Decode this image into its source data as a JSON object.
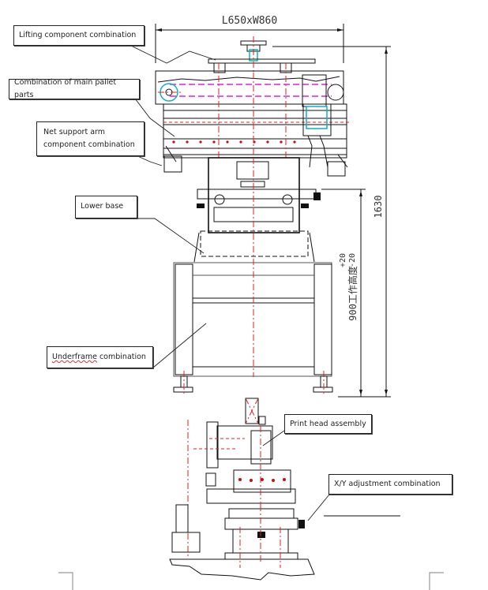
{
  "document": {
    "type": "technical-drawing",
    "subject": "screen printing machine assembly"
  },
  "dimensions": {
    "overall_size": "L650xW860",
    "total_height": "1630",
    "working_height": "900工作高度",
    "tolerance_upper": "+20",
    "tolerance_lower": "-20"
  },
  "callouts": [
    {
      "id": "lifting",
      "label": "Lifting component combination"
    },
    {
      "id": "main-pallet",
      "label": "Combination of main pallet parts"
    },
    {
      "id": "net-support",
      "label_line1": "Net support arm",
      "label_line2": "component combination"
    },
    {
      "id": "lower-base",
      "label": "Lower base"
    },
    {
      "id": "underframe",
      "label_misspelled_word": "Underframe",
      "label_rest": " combination"
    },
    {
      "id": "print-head",
      "label": "Print head assembly"
    },
    {
      "id": "xy-adjust",
      "label": "X/Y adjustment combination"
    }
  ],
  "colors": {
    "outline": "#111111",
    "centerline": "#e02020",
    "hidden_line": "#e020e0",
    "bearing": "#10b0c0"
  }
}
